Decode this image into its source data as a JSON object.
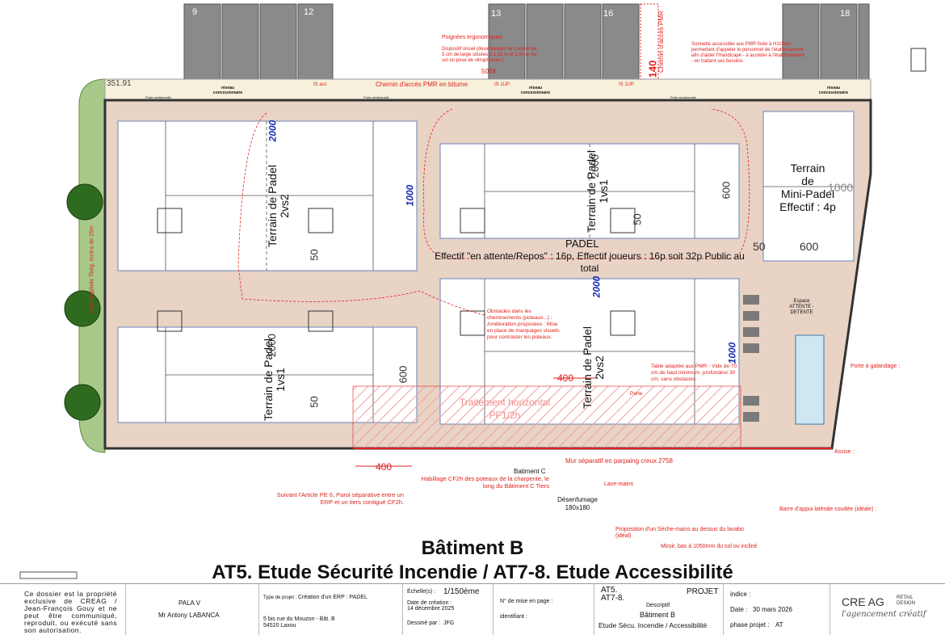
{
  "top_labels": {
    "parking_numbers": [
      "9",
      "12",
      "13",
      "16",
      "18"
    ],
    "elevation": "351.91",
    "chemin_pmr_bitume": "Chemin d'accès PMR en bitume",
    "chemin_pmr_vertical": "Chemin d'accès PMR",
    "dim_140": "140",
    "dim_5038": "5038",
    "poignees": "Poignées ergonomiques",
    "dispositif_visuel": "Dispositif visuel (deux bandes de couleur de 5 cm de large situées à 1,10 m et 1,60 m du sol ou pose de vitrophanies )",
    "sonnette": "Sonnette accessible aux PMR fixée à H115cm permettant d'appeler le personnel de l'établissement afin d'aider l'Handicapé - à accéder à l'établissement - en traitant ses besoins",
    "reseau_concessionaire": "réseau concessionaire",
    "is_1up": "IS 1UP",
    "is_acc": "IS acc",
    "porte_sectionnelle": "Porte sectionnelle"
  },
  "courts": {
    "top_left": {
      "name": "Terrain de Padel 2vs2",
      "dim_2000": "2000",
      "dim_1000": "1000",
      "dim_50": "50"
    },
    "top_right": {
      "name": "Terrain de Padel 1vs1",
      "dim_2000": "2000",
      "dim_600": "600",
      "dim_50": "50"
    },
    "bottom_left": {
      "name": "Terrain de Padel 1vs1",
      "dim_2000": "2000",
      "dim_600": "600",
      "dim_50": "50"
    },
    "bottom_right": {
      "name": "Terrain de Padel 2vs2",
      "dim_2000": "2000",
      "dim_1000": "1000"
    },
    "mini": {
      "name_line1": "Terrain",
      "name_line2": "de",
      "name_line3": "Mini-Padel",
      "effectif": "Effectif : 4p",
      "dim_1000": "1000",
      "dim_600": "600",
      "dim_50": "50"
    }
  },
  "center": {
    "padel": "PADEL",
    "effectif": "Effectif \"en attente/Repos\" : 16p, Effectif joueurs : 16p soit 32p Public au total"
  },
  "annotations": {
    "obstacles": "Obstacles dans les cheminements (poteaux...) : Amélioration proposées : Mise en place de marquages visuels pour contraster les poteaux.",
    "table_pmr": "Table adaptée aux PMR - Vide de 70 cm de haut minimum, profondeur 30 cm, sans obstacles",
    "porte": "Porte",
    "traitement": "Traitement horizontal PF1/2h",
    "dim_400_a": "400",
    "dim_400_b": "400",
    "mur_separatif": "Mur séparatif en parpaing creux 2758",
    "batiment_c": "Batiment C",
    "habillage": "Habillage CF2h des poteaux de la charpente, le long du Bâtiment C Tiers",
    "suivant_article": "Suivant l'Article PE 6, Paroi séparative entre un ERP et un tiers contigué CF2h.",
    "desenfumage": "Désenfumage 180x180",
    "espace_attente": "Espace ATTENTE - DETENTE",
    "porte_galandage": "Porte à galandage :",
    "assise": "Assise :",
    "lave_mains": "Lave-mains",
    "proposition_seche": "Proposition d'un Sèche-mains au dessus du lavabo (idéal)",
    "barre_appui": "Barre d'appui latérale coudée (idéale) :",
    "miroir": "Miroir, bas à 1050mm du sol ou incliné",
    "haie": "Haie végétale Tbég. moins de 25m",
    "dim_d2000": "2000"
  },
  "titles": {
    "building": "Bâtiment B",
    "study": "AT5. Etude Sécurité Incendie / AT7-8. Etude Accessibilité"
  },
  "cartouche": {
    "copyright": "Ce dossier est la propriété exclusive de CREAG / Jean-François Gouy et ne peut être communiqué, reproduit, ou exécuté sans son autorisation.",
    "client": "PALA V",
    "contact": "Mr Antony LABANCA",
    "type_projet_label": "Type de projet :",
    "type_projet": "Création d'un ERP : PADEL",
    "address_line1": "5 bis rue du Mouzon - Bât. B",
    "address_line2": "54520 Laxou",
    "echelle_label": "Échelle(s) :",
    "echelle": "1/150ème",
    "date_creation_label": "Date de création :",
    "date_creation": "14 décembre 2025",
    "dessine_label": "Dessiné par :",
    "dessine": "JFG",
    "mise_en_page_label": "N° de mise en page :",
    "identifiant_label": "identifiant :",
    "code_line1": "AT5.",
    "code_line2": "AT7-8.",
    "projet": "PROJET",
    "descriptif_label": "Descriptif",
    "descriptif_building": "Bâtiment B",
    "descriptif_study": "Etude Sécu. Incendie / Accessibilité",
    "indice_label": "indice :",
    "date_label": "Date :",
    "date": "30 mars 2026",
    "phase_label": "phase projet :",
    "phase": "AT",
    "brand_line1": "CRE AG",
    "brand_retail": "RETAIL DESIGN",
    "brand_line2": "l'agencement créatif"
  },
  "colors": {
    "floor": "#e8d3c5",
    "red": "#e0211b",
    "blue": "#1b2fb5",
    "hedge": "#2f6b1f",
    "lawn": "#a8c98a"
  }
}
